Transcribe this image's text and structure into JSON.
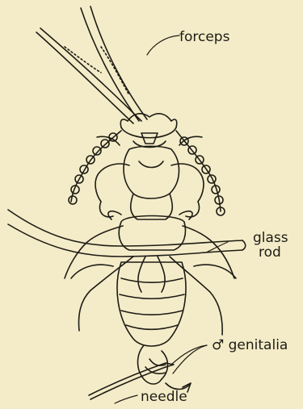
{
  "labels": {
    "forceps": "forceps",
    "glass_rod": "glass",
    "glass_rod_2": "rod",
    "genitalia": "♂ genitalia",
    "needle": "needle"
  },
  "colors": {
    "paper": "#f4ecc8",
    "ink": "#1e1c16"
  }
}
